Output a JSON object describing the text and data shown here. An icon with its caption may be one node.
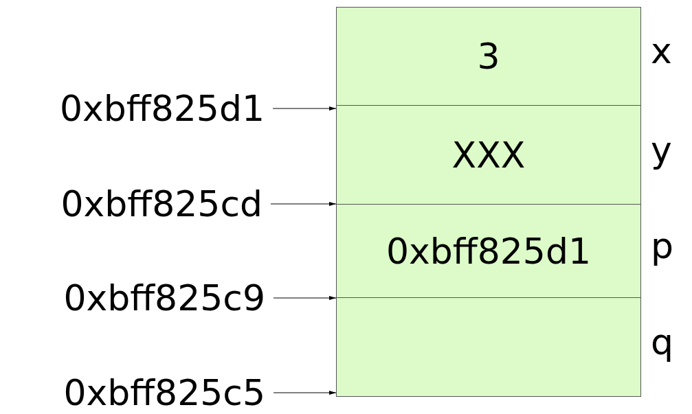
{
  "diagram": {
    "nodes": [
      {
        "text": [
          "3"
        ],
        "beside": [
          "x"
        ]
      },
      {
        "text": [
          "XXX"
        ],
        "beside": [
          "y"
        ]
      },
      {
        "text": [
          "0xbff825d1"
        ],
        "beside": [
          "p"
        ]
      },
      {
        "text": [],
        "shape": "box",
        "beside": [
          "q"
        ]
      },
      {
        "text": [
          "0xbff825d1"
        ]
      },
      {
        "text": [
          "0xbff825cd"
        ]
      },
      {
        "text": [
          "0xbff825c9"
        ]
      },
      {
        "text": [
          "0xbff825c5"
        ]
      }
    ],
    "edges": [
      {
        "from": 4,
        "to": 0,
        "arrow": "to"
      },
      {
        "from": 5,
        "to": 1,
        "arrow": "to"
      },
      {
        "from": 6,
        "to": 2,
        "arrow": "to"
      },
      {
        "from": 7,
        "to": 3,
        "arrow": "to"
      }
    ]
  }
}
